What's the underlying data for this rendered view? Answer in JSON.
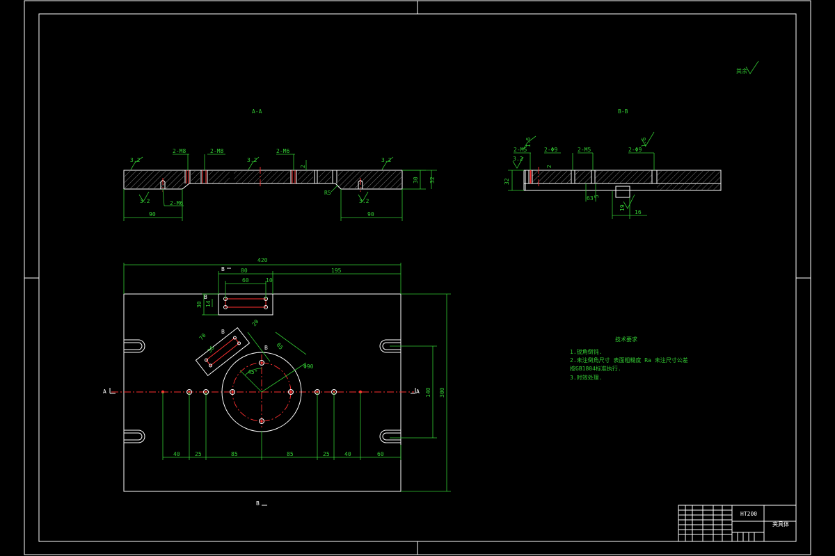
{
  "sections": {
    "aa_label": "A-A",
    "bb_label": "B-B"
  },
  "section_aa": {
    "roughness": [
      "3.2",
      "3.2",
      "3.2",
      "3.2",
      "3.2"
    ],
    "threads": [
      "2-M8",
      "2-M8",
      "2-M6",
      "2-M6"
    ],
    "depth_2": "2",
    "radius": "R5",
    "height_30": "30",
    "height_32": "32",
    "width_left": "90",
    "width_right": "90"
  },
  "section_bb": {
    "roughness": [
      "1.6",
      "3.2",
      "1.6"
    ],
    "threads": [
      "2-M5",
      "2-Φ9",
      "2-M5",
      "2-Φ9"
    ],
    "height_32": "32",
    "dim_2": "2",
    "dim_63": "63",
    "dim_5": "5",
    "dim_19": "19",
    "dim_16": "16"
  },
  "plan": {
    "total_width": "420",
    "dim_80": "80",
    "dim_60": "60",
    "dim_10": "10",
    "dim_195": "195",
    "dim_30": "30",
    "dim_14": "14",
    "dim_70": "70",
    "dim_36": "36",
    "dim_65": "65",
    "dim_20": "20",
    "diameter": "Φ90",
    "angle": "45°",
    "dim_140": "140",
    "dim_300": "300",
    "bottom_dims": [
      "40",
      "25",
      "85",
      "85",
      "25",
      "40",
      "60"
    ],
    "label_a_left": "A",
    "label_a_right": "A",
    "label_b_top": "B",
    "label_b_center": "B",
    "label_b_inner": "B",
    "label_b_bottom": "B",
    "label_b_slot": "B"
  },
  "notes": {
    "title": "技术要求",
    "lines": [
      "1.锐角倒钝.",
      "2.未注倒角尺寸 表面粗糙度 Ra 未注尺寸公差",
      "按GB1804标准执行.",
      "3.时效处理."
    ]
  },
  "titleblock": {
    "material": "HT200",
    "part_name": "夹具体"
  },
  "roughness_corner": "其余"
}
